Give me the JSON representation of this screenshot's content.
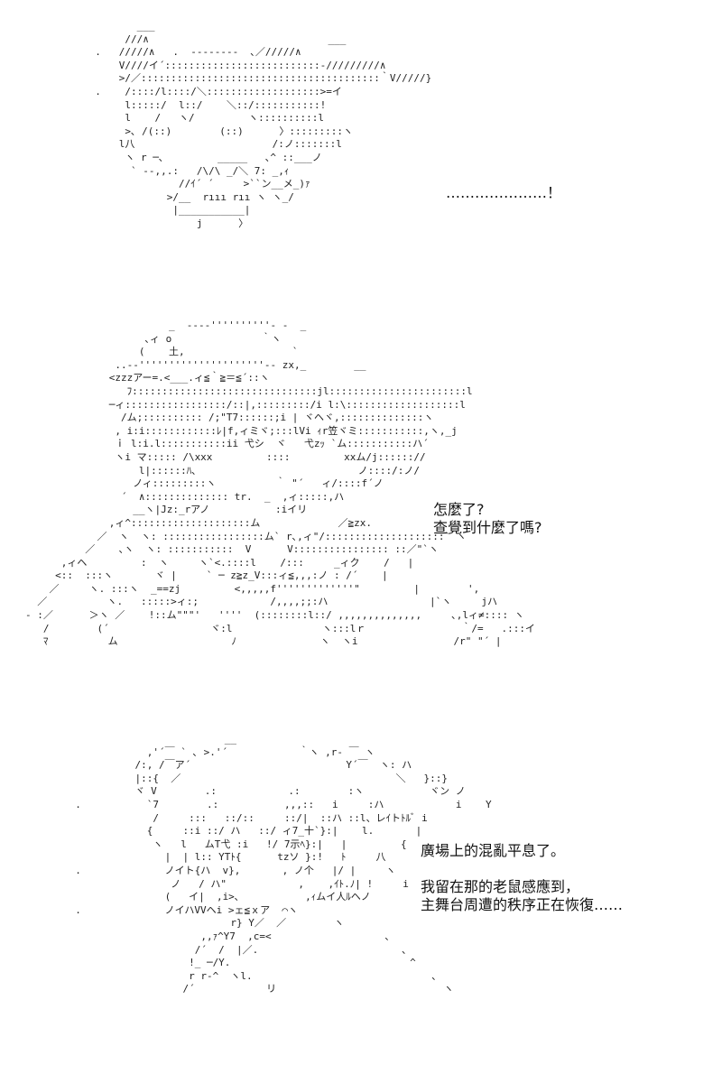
{
  "panels": [
    {
      "art": "         ___\n       ///∧                              ___\n  .   /////∧   .  --------  ､／/////∧\n      V////イ´::::::::::::::::::::::::::-/////////∧\n      >/／::::::::::::::::::::::::::::::::::::::::｀V/////}\n  .    /::::/l::::/＼:::::::::::::::::::>=イ\n       l:::::/  l::/    ＼::/:::::::::::!\n       l    /   ヽ/         ヽ::::::::::l\n       >､ /(::)        (::)      〉:::::::::ヽ\n      l八                       /:ノ:::::::l\n       ヽ r ─､         _____   ､^ ::___ノ\n        ` ‐-,,.:   /\\/\\ _/＼ 7: _,ｨ\n                //ｲ´ ´     >``ン__メ_)ｧ\n              >/__  rııı rıı ヽ ヽ_/\n               |___________|\n                   j      〉",
      "lines": [
        "…………………！"
      ]
    },
    {
      "art": "                        _  --‐‐''''''''''‐ -  _\n                    ､ィ o               ｀ヽ\n                   (    土,                  `\n               ..-‐'''''''''''''''''''''‐‐ zx,_        __\n              <zzzアー=.<___.ィ≦｀≧＝≦´::ヽ\n                 ﾌ:::::::::::::::::::::::::::::::jl:::::::::::::::::::::::l\n              ─ィ:::::::::::::::::/::|,:::::::::/i l:\\:::::::::::::::::::l\n                /ム;:::::::::: /;\"T7::::::;i | ヾヘヾ,::::::::::::::ヽ\n               , i:i::::::::::::ﾚ|f,ィミヾ;:::lVi ｨr笠ヾミ:::::::::::,ヽ,_j\n               ｉ l:i.l:::::::::::ii 弋シ  ヾ   弋zｯ `ム:::::::::::ハ´\n               ヽi マ::::: /\\xxx         ::::         xxム/j:::::://\n                   l|::::::ﾊ､                           ノ::::/:ノ/\n                  ノィ:::::::::ヽ          ｀ \"´   ィ/::::f´ノ\n                ´  ∧:::::::::::::: tr.  _  ,ィ:::::,ハ\n                  __ヽ|Jz:_rアノ           :iイリ\n              ,ィ^::::::::::::::::::::ム             ／≧zx.\n            ／  ヽ  ヽ: :::::::::::::::::ム` r､,ィ\"/::::::::::::::::::::` ヽ\n          ／    ､ヽ  ヽ: :::::::::::  V      V:::::::::::::::: ::／\"`ヽ\n      ,ィヘ         :  ヽ     ヽ`<.::::l    /:::     _ィク    /   |\n     <::  :::ヽ       ヾ |     ` ─ z≧z_V:::ィ≦,,,:ノ : /´    |\n    ／     ヽ. :::ヽ  _==zj         <,,,,,f'''''''''''''\"         |        ',\n  ／          ヽ.   :::::>ィ:;            /,,,,;;:ハ                 |`ヽ     jハ\n- :／      ＞ヽ ／    !::ム\"\"\"'   ''''  (::::::::l::/ ,,,,,,,,,,,,,,     ､,lィ≠:::: ヽ\n   /        (´                 ヾ:l               ヽ:::lｒ                ｀/=   .:::イ\n   ﾏ          ム                   ﾉ              ヽ  ヽi                /r\" \"´ |",
      "lines": [
        "怎麼了?",
        "查覺到什麼了嗎?"
      ]
    },
    {
      "art": "                           __\n              ,'´￣ ` ､ >.'´            ｀ヽ ,r‐ ￣ ヽ\n            /:, /￣ア´                          Y´￣  ヽ: ハ\n            |::{  ／                                    ＼   }::}\n            ヾ V        .:            .:        :ヽ           ヾン ノ\n  .           `7        .:           ,,,::   i     :ハ            i    Y\n               /     :::   ::/::     ::/|  ::ハ ::l、レｲトﾄﾙﾞ i\n              {     ::i ::/ ハ   ::/ ィ7_十`}:|    l.       |\n               ヽ   l   ムT弋 :i   !/ 7示ﾍ}:|   |         {\n                 |  | l:: YTﾄ{      tzソ }:!   ﾄ     八\n  .              ノイト{ハ  v},       , ノ个   |/ |     ヽ\n                  ノ   / ハ\"            ,    ,ｲﾄ.ﾉ| !     i\n                 (   イ|  ,i>､           ,ｨムイ人ﾙヘノ\n  .              ノイハVVヘi >ェ≦ｘア  ⌒ヽ\n                            r} Y／  ／        ヽ\n                       ,,ｧ^Y7  ,c=<                   ､\n                      /´  /  |／.                        ､\n                     !_ ─/Y.                              ^\n                     r r-^  ヽl.                              ､\n                    /´            リ                            ヽ",
      "lines": [
        "廣場上的混亂平息了。",
        "",
        "我留在那的老鼠感應到，",
        "主舞台周遭的秩序正在恢復……"
      ]
    }
  ]
}
